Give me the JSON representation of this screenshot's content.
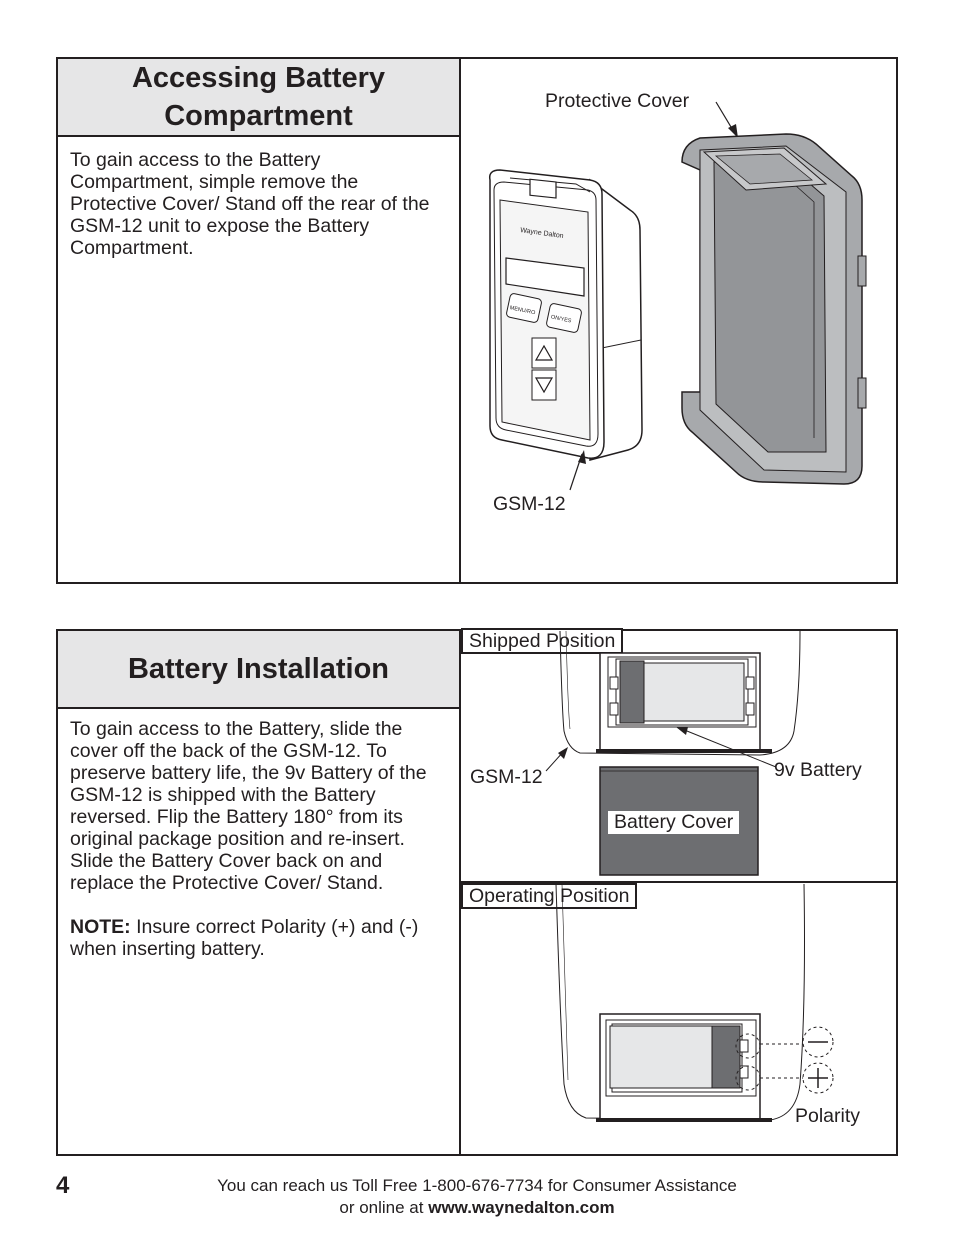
{
  "section1": {
    "title": "Accessing Battery Compartment",
    "body": "To gain access to the Battery Compartment, simple remove the Protective Cover/ Stand off the rear of the GSM-12 unit to expose the Battery Compartment.",
    "label_cover": "Protective Cover",
    "label_device": "GSM-12",
    "button_menu": "MENU/RO",
    "button_enter": "ON/YES"
  },
  "section2": {
    "title": "Battery Installation",
    "body": "To gain access to the Battery, slide the cover off the back of the GSM-12. To preserve battery life, the 9v Battery of the GSM-12 is shipped with the Battery reversed. Flip the Battery 180° from its original package position and re-insert. Slide the Battery Cover back on and replace the Protective Cover/ Stand.",
    "note_label": "NOTE:",
    "note_text": " Insure correct Polarity (+) and (-) when inserting battery.",
    "shipped_position": "Shipped Position",
    "operating_position": "Operating Position",
    "label_device": "GSM-12",
    "label_battery": "9v Battery",
    "label_battery_cover": "Battery Cover",
    "label_polarity": "Polarity"
  },
  "footer": {
    "page_number": "4",
    "line1": "You can reach us Toll Free 1-800-676-7734 for Consumer Assistance",
    "line2_prefix": "or online at ",
    "line2_url": "www.waynedalton.com"
  }
}
